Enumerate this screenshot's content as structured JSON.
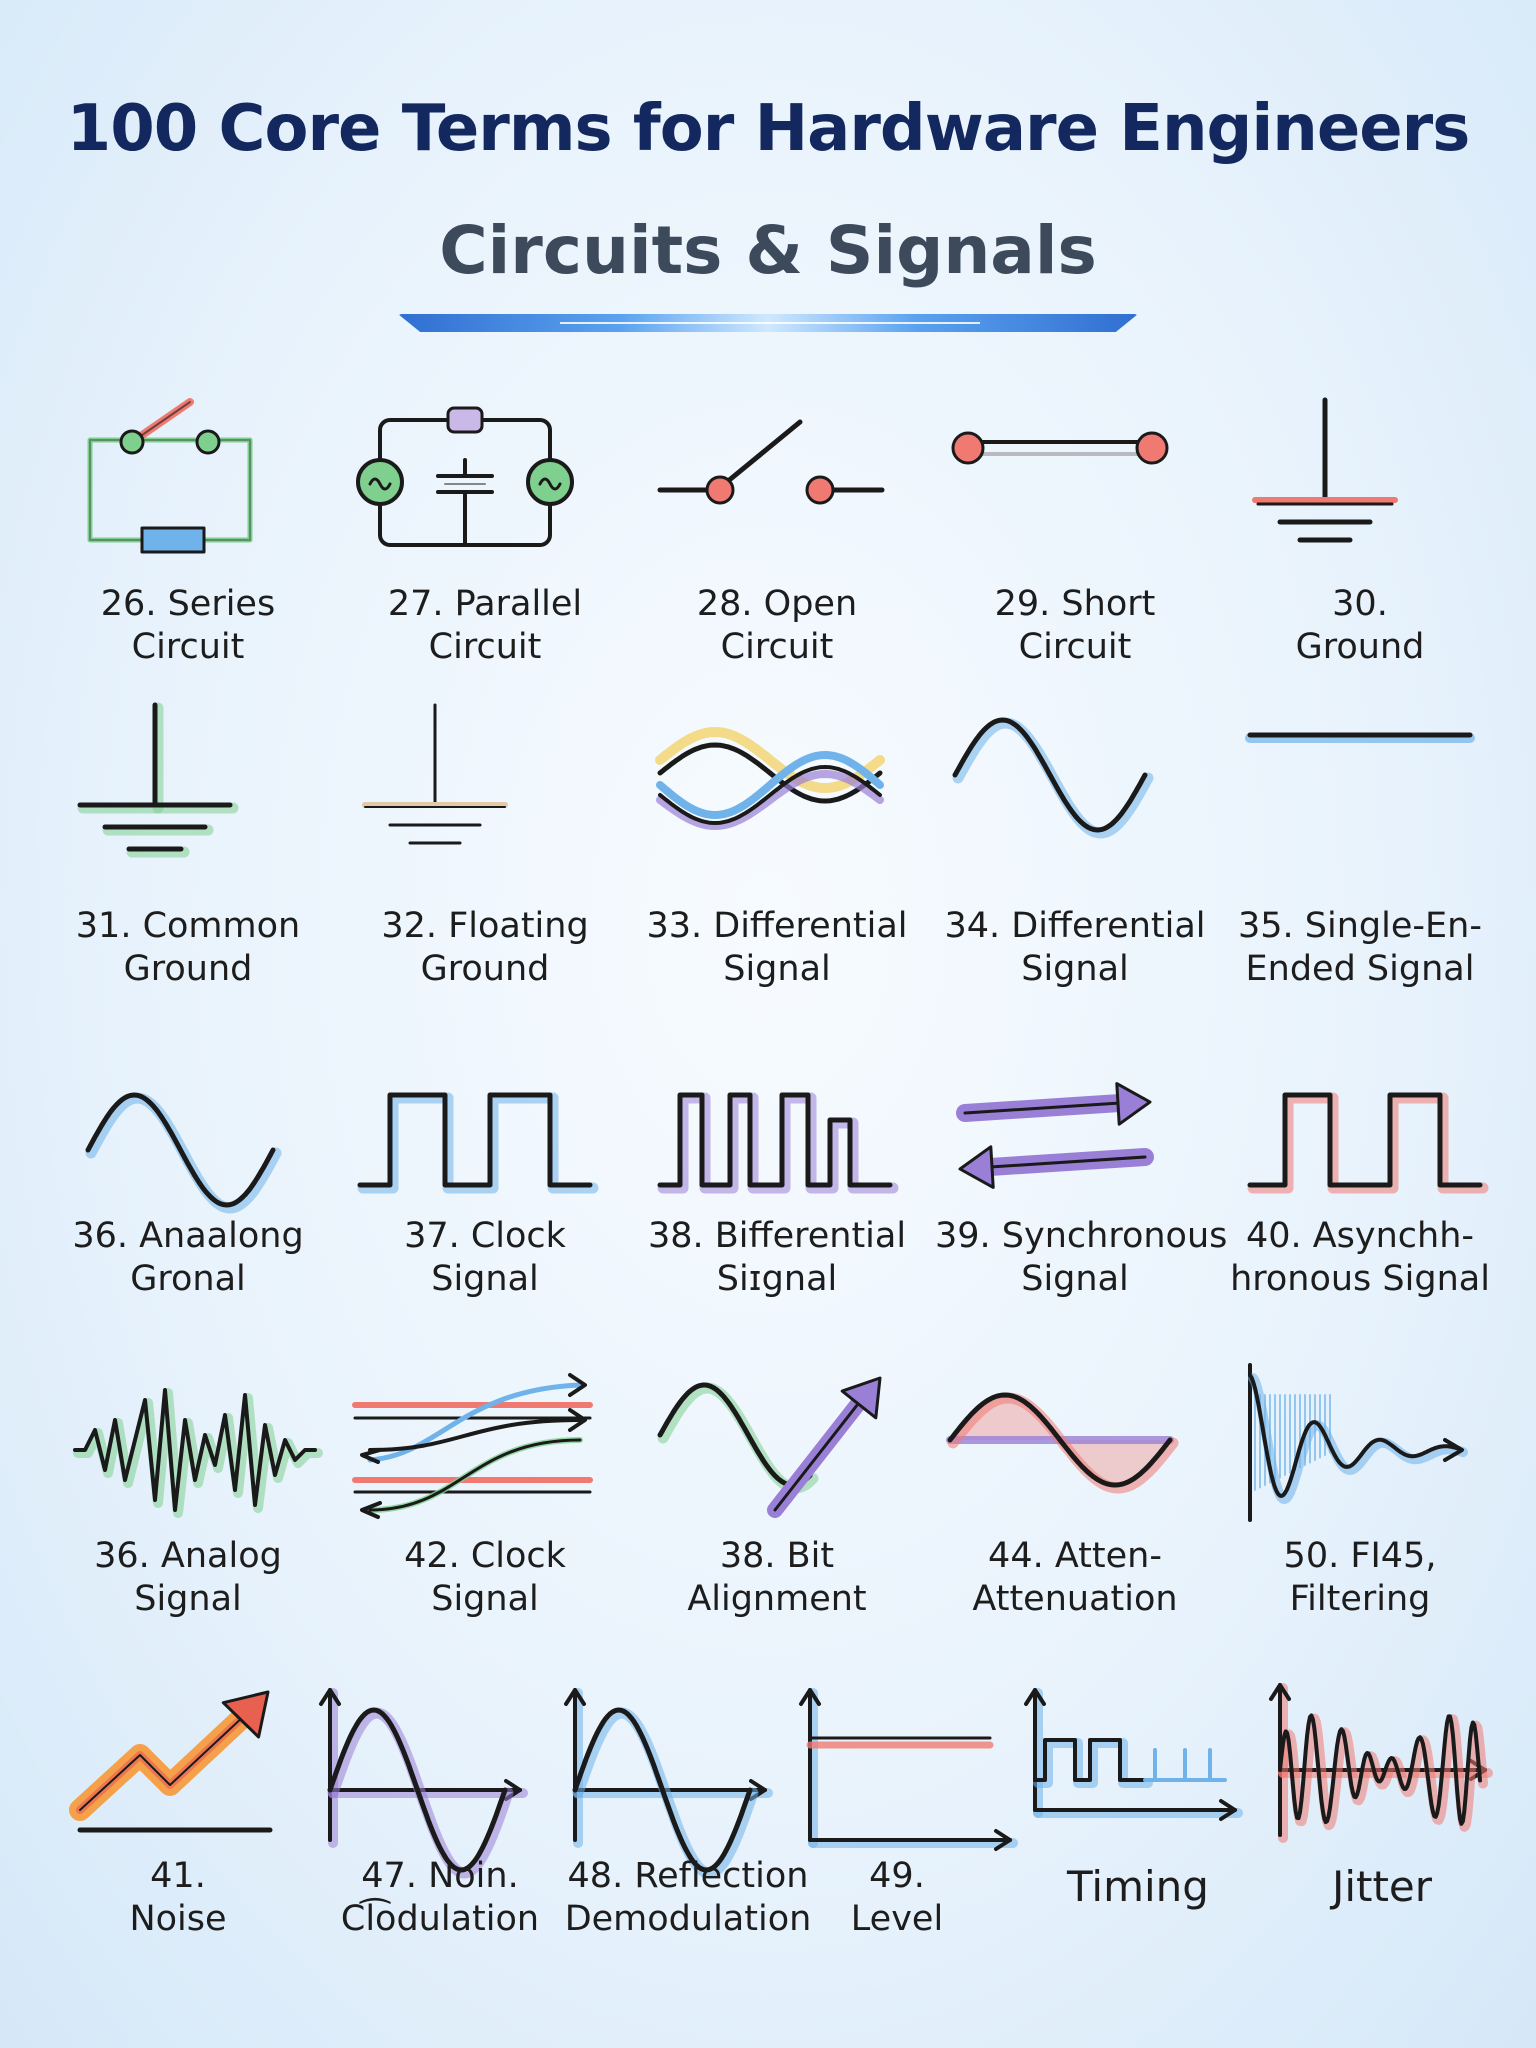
{
  "header": {
    "title": "100 Core Terms for Hardware Engineers",
    "subtitle": "Circuits & Signals"
  },
  "terms": [
    {
      "icon": "series-circuit-icon",
      "line1": "26. Series",
      "line2": "Circuit"
    },
    {
      "icon": "parallel-circuit-icon",
      "line1": "27. Parallel",
      "line2": "Circuit"
    },
    {
      "icon": "open-circuit-icon",
      "line1": "28. Open",
      "line2": "Circuit"
    },
    {
      "icon": "short-circuit-icon",
      "line1": "29. Short",
      "line2": "Circuit"
    },
    {
      "icon": "ground-icon",
      "line1": "30.",
      "line2": "Ground"
    },
    {
      "icon": "common-ground-icon",
      "line1": "31. Common",
      "line2": "Ground"
    },
    {
      "icon": "floating-ground-icon",
      "line1": "32. Floating",
      "line2": "Ground"
    },
    {
      "icon": "differential-signal-pair-icon",
      "line1": "33. Differential",
      "line2": "Signal"
    },
    {
      "icon": "sine-wave-icon",
      "line1": "34. Differential",
      "line2": "Signal"
    },
    {
      "icon": "single-ended-line-icon",
      "line1": "35. Single-En-",
      "line2": "Ended Signal"
    },
    {
      "icon": "analog-sine-icon",
      "line1": "36. Anaalong",
      "line2": "Gronal"
    },
    {
      "icon": "clock-square-wave-icon",
      "line1": "37. Clock",
      "line2": "Signal"
    },
    {
      "icon": "pulse-train-icon",
      "line1": "38. Bifferential",
      "line2": "Siɪgnal"
    },
    {
      "icon": "bidirectional-arrows-icon",
      "line1": "39. Synchronous",
      "line2": "Signal"
    },
    {
      "icon": "async-square-wave-icon",
      "line1": "40. Asynchh-",
      "line2": "hronous Signal"
    },
    {
      "icon": "analog-noise-wave-icon",
      "line1": "36. Analog",
      "line2": "Signal"
    },
    {
      "icon": "crossing-arrows-icon",
      "line1": "42. Clock",
      "line2": "Signal"
    },
    {
      "icon": "wave-arrow-icon",
      "line1": "38. Bit",
      "line2": "Alignment"
    },
    {
      "icon": "attenuation-wave-icon",
      "line1": "44. Atten-",
      "line2": "Attenuation"
    },
    {
      "icon": "damped-wave-icon",
      "line1": "50. FI45,",
      "line2": "Filtering"
    },
    {
      "icon": "noise-rising-arrow-icon",
      "line1": "41.",
      "line2": "Noise"
    },
    {
      "icon": "modulation-wave-icon",
      "line1": "47. Noin.",
      "line2": "Cl͡odulation"
    },
    {
      "icon": "demodulation-wave-icon",
      "line1": "48. Reflection",
      "line2": "Demodulation"
    },
    {
      "icon": "level-graph-icon",
      "line1": "49.",
      "line2": "Level"
    },
    {
      "icon": "timing-graph-icon",
      "line1": "",
      "line2": "Timing"
    },
    {
      "icon": "jitter-graph-icon",
      "line1": "",
      "line2": "Jitter"
    }
  ],
  "colors": {
    "title": "#13285e",
    "subtitle": "#3c4a5c",
    "ink": "#1a1a1a",
    "green": "#7fcf8f",
    "red": "#f07a72",
    "blue": "#6fb3ea",
    "purple": "#9a7fd6",
    "yellow": "#f2d36b",
    "orange": "#f5a04a"
  }
}
